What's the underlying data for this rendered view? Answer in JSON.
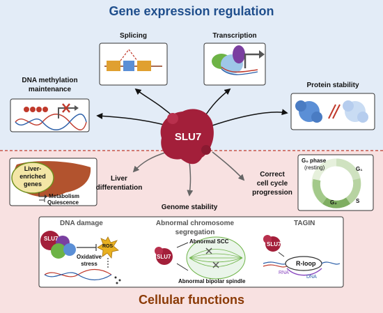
{
  "header": {
    "title": "Gene expression regulation"
  },
  "footer": {
    "title": "Cellular functions"
  },
  "center": {
    "label": "SLU7"
  },
  "regulation": {
    "splicing": "Splicing",
    "transcription": "Transcription",
    "dna_methylation": [
      "DNA methylation",
      "maintenance"
    ],
    "protein_stability": "Protein stability"
  },
  "functions": {
    "liver_box": {
      "genes": [
        "Liver-",
        "enriched",
        "genes"
      ],
      "metabolism": "Metabolism",
      "quiescence": "Quiescence"
    },
    "liver_differentiation": [
      "Liver",
      "differentiation"
    ],
    "genome_stability": "Genome stability",
    "cell_cycle": [
      "Correct",
      "cell cycle",
      "progression"
    ],
    "cycle_box": {
      "g0": "G₀ phase",
      "resting": "(resting)",
      "g1": "G₁",
      "g2": "G₂",
      "s": "S"
    }
  },
  "panels": {
    "dna_damage": {
      "title": "DNA damage",
      "slu7": "SLU7",
      "ros": "ROS",
      "stress": [
        "Oxidative",
        "stress"
      ]
    },
    "chromosome": {
      "title": [
        "Abnormal chromosome",
        "segregation"
      ],
      "slu7": "SLU7",
      "scc": "Abnormal SCC",
      "spindle": "Abnormal bipolar spindle"
    },
    "tagin": {
      "title": "TAGIN",
      "slu7": "SLU7",
      "rloop": "R-loop",
      "rna": "RNA",
      "dna": "DNA"
    }
  },
  "colors": {
    "top_bg": "#e3ecf7",
    "bottom_bg": "#f8e1e1",
    "header_text": "#1f4e8c",
    "footer_text": "#8b3a06",
    "slu7": "#a31f3a",
    "divider": "#c0392b"
  }
}
